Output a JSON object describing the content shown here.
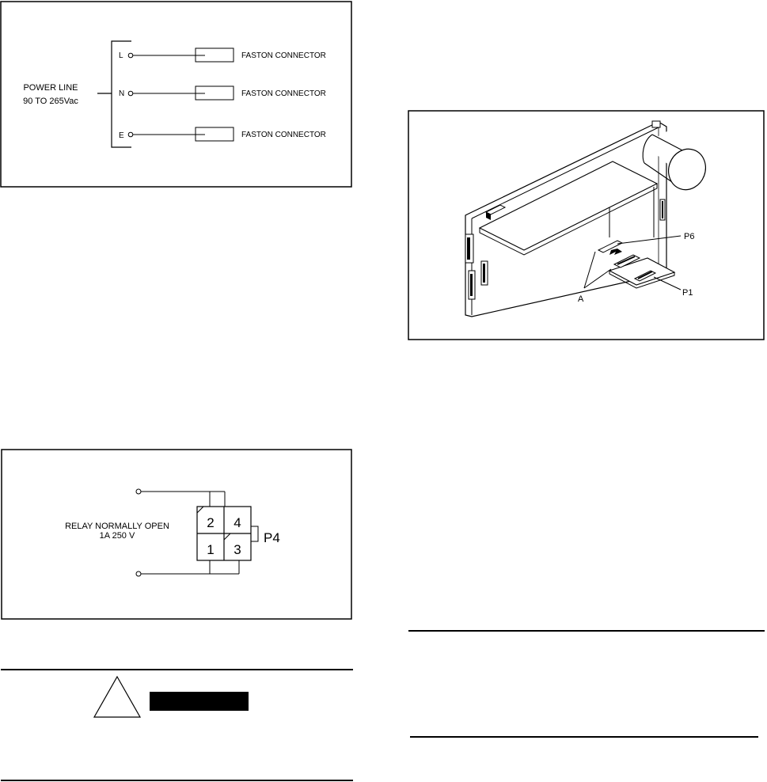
{
  "power_diagram": {
    "power_line_label": "POWER LINE",
    "voltage_label": "90 TO 265Vac",
    "terminals": [
      {
        "letter": "L",
        "connector": "FASTON CONNECTOR"
      },
      {
        "letter": "N",
        "connector": "FASTON CONNECTOR"
      },
      {
        "letter": "E",
        "connector": "FASTON CONNECTOR"
      }
    ]
  },
  "relay_diagram": {
    "relay_label": "RELAY NORMALLY OPEN",
    "rating_label": "1A  250 V",
    "pins": [
      "2",
      "4",
      "1",
      "3"
    ],
    "connector_label": "P4"
  },
  "board_diagram": {
    "label_p6": "P6",
    "label_p1": "P1",
    "label_a": "A"
  },
  "warning": {
    "banner_text": ""
  }
}
